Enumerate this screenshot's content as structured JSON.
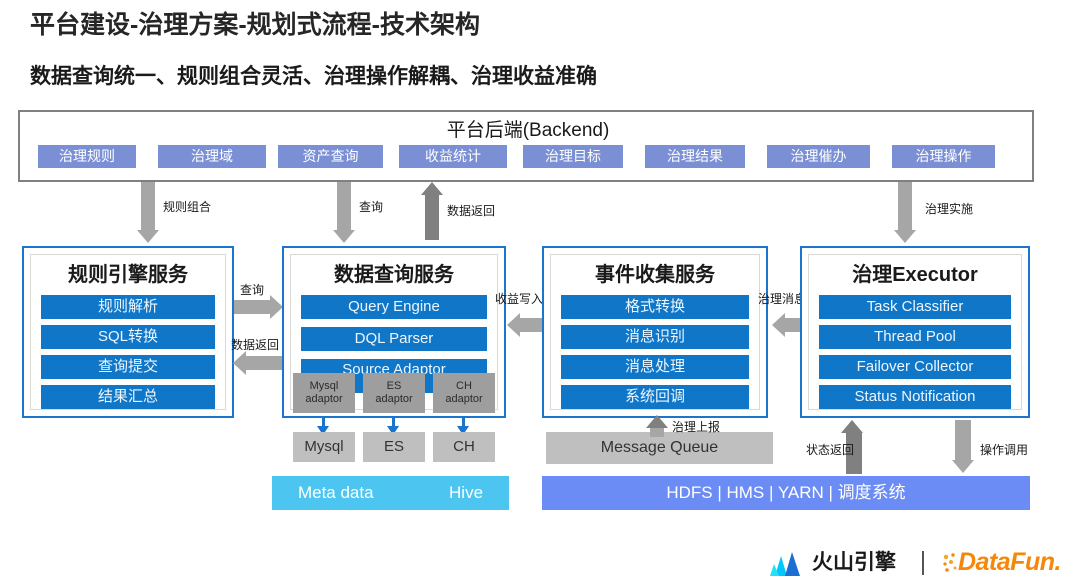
{
  "slide": {
    "title": "平台建设-治理方案-规划式流程-技术架构",
    "subtitle": "数据查询统一、规则组合灵活、治理操作解耦、治理收益准确"
  },
  "backend": {
    "title": "平台后端(Backend)",
    "accent": "#7b8fd4",
    "modules": [
      {
        "label": "治理规则"
      },
      {
        "label": "治理域"
      },
      {
        "label": "资产查询"
      },
      {
        "label": "收益统计"
      },
      {
        "label": "治理目标"
      },
      {
        "label": "治理结果"
      },
      {
        "label": "治理催办"
      },
      {
        "label": "治理操作"
      }
    ]
  },
  "services": [
    {
      "id": "rule-engine-service",
      "title": "规则引擎服务",
      "accent": "#1b75cd",
      "rows": [
        "规则解析",
        "SQL转换",
        "查询提交",
        "结果汇总"
      ]
    },
    {
      "id": "data-query-service",
      "title": "数据查询服务",
      "accent": "#1b75cd",
      "rows": [
        "Query Engine",
        "DQL Parser",
        "Source Adaptor"
      ],
      "adaptors": [
        {
          "name": "Mysql",
          "kind": "adaptor"
        },
        {
          "name": "ES",
          "kind": "adaptor"
        },
        {
          "name": "CH",
          "kind": "adaptor"
        }
      ]
    },
    {
      "id": "event-collect-service",
      "title": "事件收集服务",
      "accent": "#1b75cd",
      "rows": [
        "格式转换",
        "消息识别",
        "消息处理",
        "系统回调"
      ]
    },
    {
      "id": "governance-executor",
      "title": "治理Executor",
      "accent": "#1b75cd",
      "rows": [
        "Task Classifier",
        "Thread Pool",
        "Failover Collector",
        "Status Notification"
      ]
    }
  ],
  "datastores": {
    "chips": [
      "Mysql",
      "ES",
      "CH"
    ],
    "meta_bar": {
      "left": "Meta data",
      "right": "Hive",
      "color": "#4cc6f0"
    },
    "message_queue": {
      "label": "Message Queue",
      "color": "#bfbfbf"
    },
    "platform_bar": {
      "label": "HDFS | HMS | YARN | 调度系统",
      "color": "#6b8cf5"
    }
  },
  "flows": [
    {
      "id": "rule-combination",
      "label": "规则组合"
    },
    {
      "id": "query-down",
      "label": "查询"
    },
    {
      "id": "data-return-up",
      "label": "数据返回"
    },
    {
      "id": "governance-execute",
      "label": "治理实施"
    },
    {
      "id": "query-right",
      "label": "查询"
    },
    {
      "id": "data-return-left",
      "label": "数据返回"
    },
    {
      "id": "revenue-write",
      "label": "收益写入"
    },
    {
      "id": "governance-message",
      "label": "治理消息"
    },
    {
      "id": "governance-report",
      "label": "治理上报"
    },
    {
      "id": "status-return",
      "label": "状态返回"
    },
    {
      "id": "operation-invoke",
      "label": "操作调用"
    }
  ],
  "footer": {
    "volcano_label": "火山引擎",
    "datafun_label": "DataFun.",
    "datafun_color": "#f5870a"
  }
}
